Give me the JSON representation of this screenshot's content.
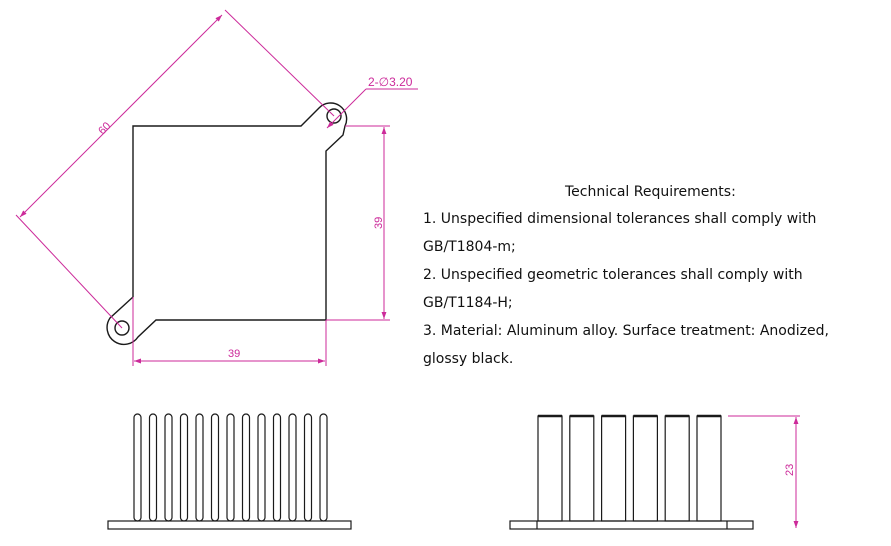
{
  "colors": {
    "outline": "#1a1a1a",
    "dimension": "#cc2a9a",
    "text": "#111111"
  },
  "dimensions": {
    "diagonal": "60",
    "height": "39",
    "width": "39",
    "hole_callout": "2-∅3.20",
    "fin_height": "23"
  },
  "requirements": {
    "title": "Technical Requirements:",
    "lines": [
      "1. Unspecified dimensional tolerances shall comply with",
      "GB/T1804-m;",
      "2. Unspecified geometric tolerances shall comply with",
      "GB/T1184-H;",
      "3. Material: Aluminum alloy. Surface treatment: Anodized,",
      "glossy black."
    ]
  }
}
